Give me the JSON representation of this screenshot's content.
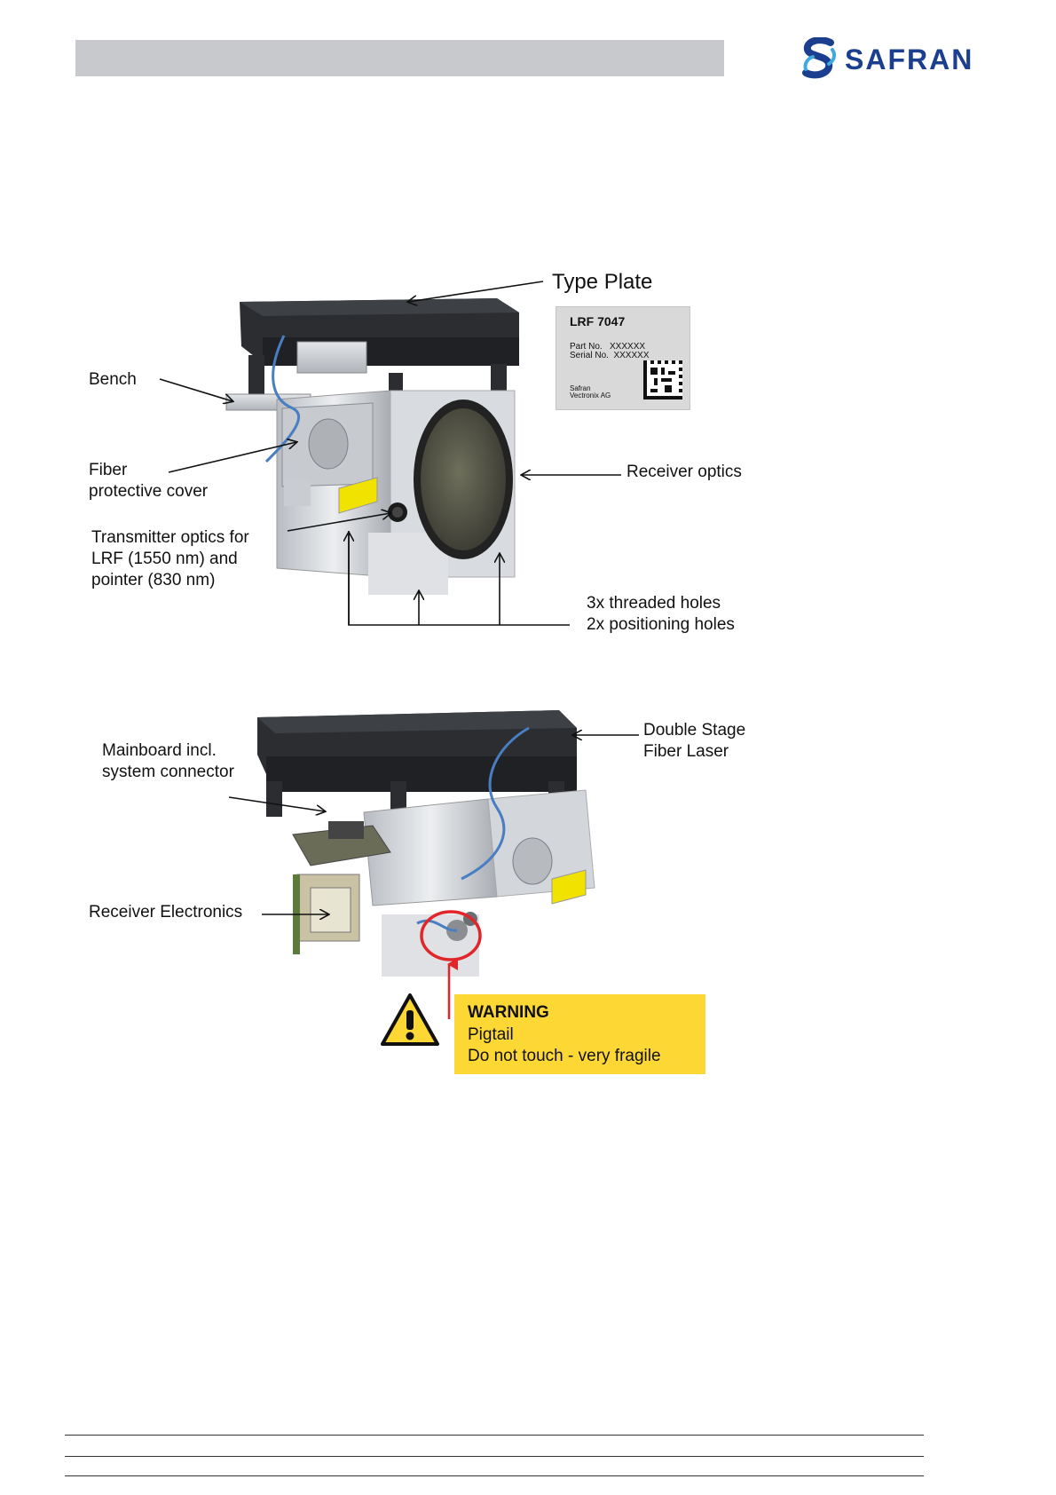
{
  "logo": {
    "text": "SAFRAN"
  },
  "figure1": {
    "type_plate_title": "Type Plate",
    "type_plate": {
      "model": "LRF 7047",
      "part_no": "Part No.   XXXXXX",
      "serial_no": "Serial No.  XXXXXX",
      "maker_1": "Safran",
      "maker_2": "Vectronix AG"
    },
    "labels": {
      "bench": "Bench",
      "fiber": "Fiber\nprotective cover",
      "transmitter": "Transmitter optics for\nLRF (1550 nm) and\npointer (830 nm)",
      "receiver_optics": "Receiver optics",
      "holes": "3x threaded holes\n2x positioning holes"
    }
  },
  "figure2": {
    "labels": {
      "mainboard": "Mainboard incl.\nsystem connector",
      "receiver_electronics": "Receiver Electronics",
      "laser": "Double Stage\nFiber Laser"
    },
    "warning": {
      "title": "WARNING",
      "line1": "Pigtail",
      "line2": "Do not touch - very fragile"
    }
  },
  "colors": {
    "header_bar": "#c8c9cc",
    "brand_blue": "#1b3f8e",
    "warning_yellow": "#fdd835",
    "warning_red": "#e0262b"
  }
}
